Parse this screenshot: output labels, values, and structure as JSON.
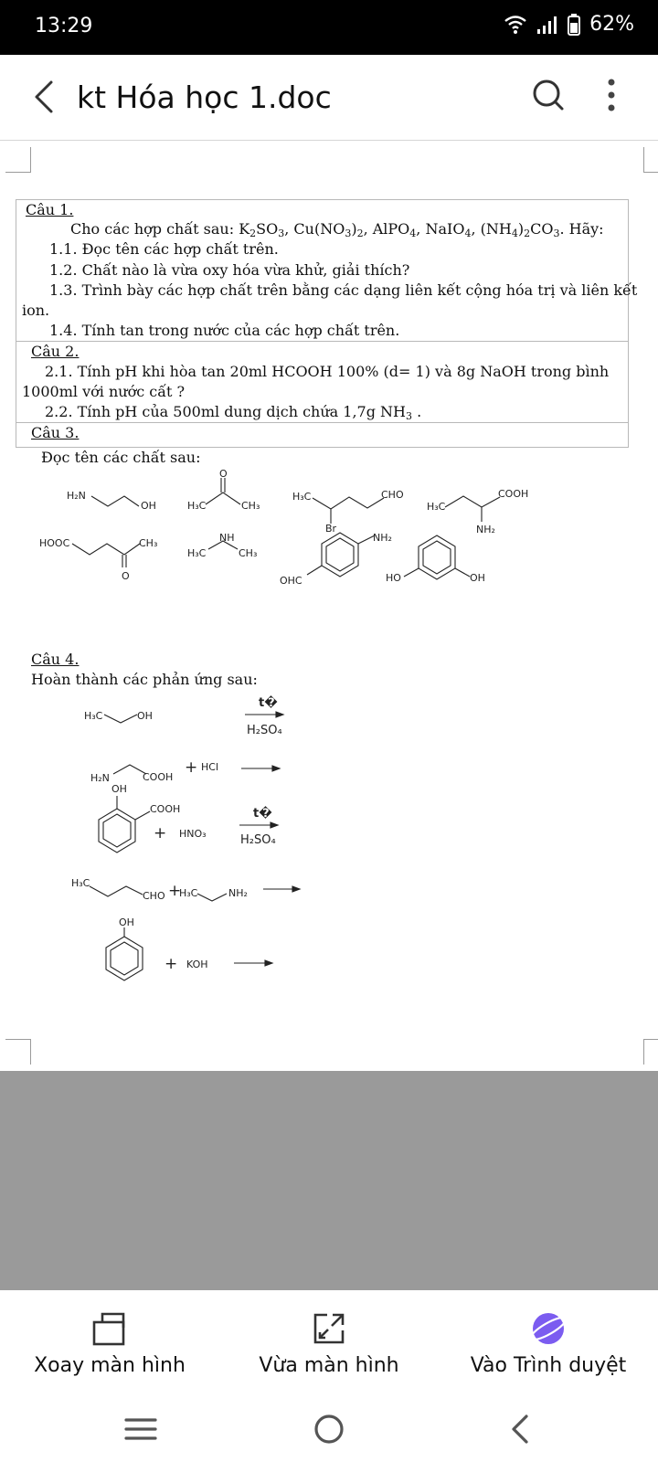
{
  "status": {
    "time": "13:29",
    "battery": "62%"
  },
  "appbar": {
    "title": "kt Hóa học 1.doc"
  },
  "doc": {
    "q1": {
      "head": "Câu 1.",
      "l1": [
        "Cho các hợp chất sau: K",
        "2",
        "SO",
        "3",
        ", Cu(NO",
        "3",
        ")",
        "2",
        ", AlPO",
        "4",
        ", NaIO",
        "4",
        ", (NH",
        "4",
        ")",
        "2",
        "CO",
        "3",
        ". Hãy:"
      ],
      "l2": "1.1. Đọc tên các hợp chất trên.",
      "l3": "1.2. Chất nào là vừa oxy hóa vừa khử, giải thích?",
      "l4": "1.3. Trình bày các hợp chất trên bằng các dạng liên kết cộng hóa trị và liên kết",
      "l5": "ion.",
      "l6": "1.4. Tính tan trong nước của các hợp chất trên."
    },
    "q2": {
      "head": "Câu 2.",
      "l1": "2.1. Tính pH khi hòa tan 20ml  HCOOH 100% (d= 1) và 8g NaOH trong bình",
      "l2": "1000ml với nước cất ?",
      "l3a": "2.2. Tính pH của 500ml dung dịch chứa  1,7g NH",
      "l3b": "3",
      "l3c": " ."
    },
    "q3": {
      "head": "Câu 3.",
      "intro": "Đọc tên các chất sau:",
      "t": {
        "h2n": "H₂N",
        "oh1": "OH",
        "o1": "O",
        "h3c1": "H₃C",
        "ch3a": "CH₃",
        "h3c2": "H₃C",
        "cho1": "CHO",
        "br": "Br",
        "h3c3": "H₃C",
        "cooh1": "COOH",
        "nh2a": "NH₂",
        "hooc": "HOOC",
        "ch3b": "CH₃",
        "o2": "O",
        "h3c4": "H₃C",
        "nh": "NH",
        "ch3c": "CH₃",
        "nh2b": "NH₂",
        "ohc": "OHC",
        "ho": "HO",
        "oh2": "OH"
      }
    },
    "q4": {
      "head": "Câu 4.",
      "intro": "Hoàn thành các phản ứng sau:",
      "t": {
        "r1a": "H₃C",
        "r1b": "OH",
        "to1": "t�",
        "h2so4a": "H₂SO₄",
        "plus1": "+",
        "hcl": "HCl",
        "h2n": "H₂N",
        "cooh1": "COOH",
        "oh1": "OH",
        "cooh2": "COOH",
        "plus2": "+",
        "hno3": "HNO₃",
        "to2": "t�",
        "h2so4b": "H₂SO₄",
        "h3c1": "H₃C",
        "cho": "CHO",
        "plus3": "+",
        "h3c2": "H₃C",
        "nh2": "NH₂",
        "oh2": "OH",
        "plus4": "+",
        "koh": "KOH"
      }
    }
  },
  "bottombar": {
    "rotate": "Xoay màn hình",
    "fit": "Vừa màn hình",
    "browser": "Vào Trình duyệt"
  },
  "colors": {
    "browser_icon": "#7b5cf0",
    "gray_area": "#9a9a9a"
  }
}
